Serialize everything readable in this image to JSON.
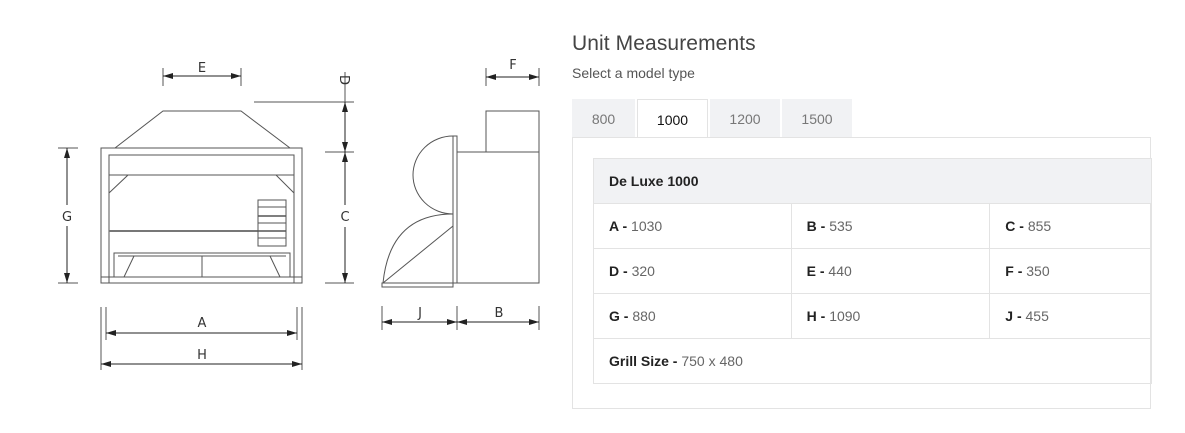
{
  "diagram": {
    "labels": {
      "A": "A",
      "B": "B",
      "C": "C",
      "D": "D",
      "E": "E",
      "F": "F",
      "G": "G",
      "H": "H",
      "J": "J"
    }
  },
  "header": {
    "title": "Unit Measurements",
    "subtitle": "Select a model type"
  },
  "tabs": [
    {
      "label": "800",
      "active": false
    },
    {
      "label": "1000",
      "active": true
    },
    {
      "label": "1200",
      "active": false
    },
    {
      "label": "1500",
      "active": false
    }
  ],
  "table": {
    "model_name": "De Luxe 1000",
    "rows": [
      [
        {
          "key": "A -",
          "value": "1030"
        },
        {
          "key": "B -",
          "value": "535"
        },
        {
          "key": "C -",
          "value": "855"
        }
      ],
      [
        {
          "key": "D -",
          "value": "320"
        },
        {
          "key": "E -",
          "value": "440"
        },
        {
          "key": "F -",
          "value": "350"
        }
      ],
      [
        {
          "key": "G -",
          "value": "880"
        },
        {
          "key": "H -",
          "value": "1090"
        },
        {
          "key": "J -",
          "value": "455"
        }
      ]
    ],
    "grill_size": {
      "key": "Grill Size -",
      "value": "750 x 480"
    }
  }
}
